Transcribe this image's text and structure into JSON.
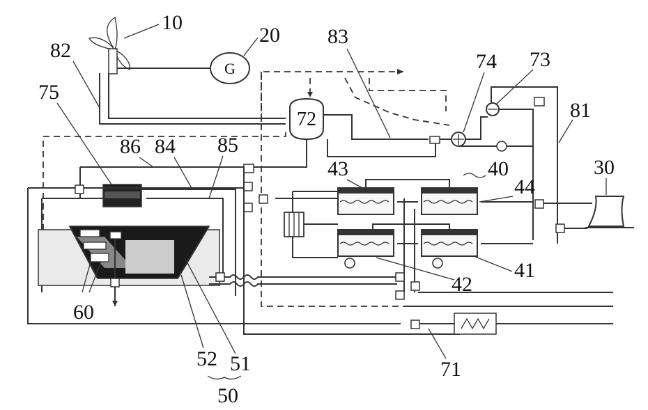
{
  "labels": {
    "wind_turbine": "10",
    "generator": "20",
    "cooling_tower": "30",
    "tank_group": "40",
    "tank_41": "41",
    "tank_42": "42",
    "tank_43": "43",
    "tank_44": "44",
    "building": "50",
    "building_inner_wall": "51",
    "building_outer_wall": "52",
    "sensors": "60",
    "heater": "71",
    "pressure_vessel": "72",
    "pump_73": "73",
    "heat_exchanger_74": "74",
    "filter_unit": "75",
    "line_81": "81",
    "line_82": "82",
    "line_83": "83",
    "line_84": "84",
    "line_85": "85",
    "line_86": "86"
  },
  "generator_symbol": "G",
  "colors": {
    "line": "#333333",
    "background": "#ffffff",
    "building_fill": "#222222"
  }
}
